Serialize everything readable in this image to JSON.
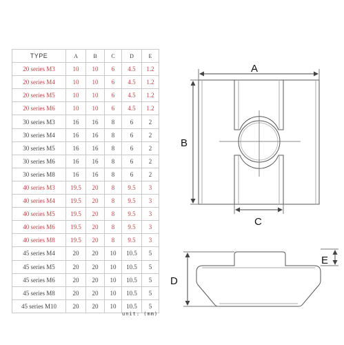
{
  "table": {
    "headers": [
      "TYPE",
      "A",
      "B",
      "C",
      "D",
      "E"
    ],
    "rows": [
      {
        "type": "20 series M3",
        "A": "10",
        "B": "10",
        "C": "6",
        "D": "4.5",
        "E": "1.2",
        "highlight": true
      },
      {
        "type": "20 series M4",
        "A": "10",
        "B": "10",
        "C": "6",
        "D": "4.5",
        "E": "1.2",
        "highlight": true
      },
      {
        "type": "20 series M5",
        "A": "10",
        "B": "10",
        "C": "6",
        "D": "4.5",
        "E": "1.2",
        "highlight": true
      },
      {
        "type": "20 series M6",
        "A": "10",
        "B": "10",
        "C": "6",
        "D": "4.5",
        "E": "1.2",
        "highlight": true
      },
      {
        "type": "30 series M3",
        "A": "16",
        "B": "16",
        "C": "8",
        "D": "6",
        "E": "2",
        "highlight": false
      },
      {
        "type": "30 series M4",
        "A": "16",
        "B": "16",
        "C": "8",
        "D": "6",
        "E": "2",
        "highlight": false
      },
      {
        "type": "30 series M5",
        "A": "16",
        "B": "16",
        "C": "8",
        "D": "6",
        "E": "2",
        "highlight": false
      },
      {
        "type": "30 series M6",
        "A": "16",
        "B": "16",
        "C": "8",
        "D": "6",
        "E": "2",
        "highlight": false
      },
      {
        "type": "30 series M8",
        "A": "16",
        "B": "16",
        "C": "8",
        "D": "6",
        "E": "2",
        "highlight": false
      },
      {
        "type": "40 series M3",
        "A": "19.5",
        "B": "20",
        "C": "8",
        "D": "9.5",
        "E": "3",
        "highlight": true
      },
      {
        "type": "40 series M4",
        "A": "19.5",
        "B": "20",
        "C": "8",
        "D": "9.5",
        "E": "3",
        "highlight": true
      },
      {
        "type": "40 series M5",
        "A": "19.5",
        "B": "20",
        "C": "8",
        "D": "9.5",
        "E": "3",
        "highlight": true
      },
      {
        "type": "40 series M6",
        "A": "19.5",
        "B": "20",
        "C": "8",
        "D": "9.5",
        "E": "3",
        "highlight": true
      },
      {
        "type": "40 series M8",
        "A": "19.5",
        "B": "20",
        "C": "8",
        "D": "9.5",
        "E": "3",
        "highlight": true
      },
      {
        "type": "45 series M4",
        "A": "20",
        "B": "20",
        "C": "10",
        "D": "10.5",
        "E": "5",
        "highlight": false
      },
      {
        "type": "45 series M5",
        "A": "20",
        "B": "20",
        "C": "10",
        "D": "10.5",
        "E": "5",
        "highlight": false
      },
      {
        "type": "45 series M6",
        "A": "20",
        "B": "20",
        "C": "10",
        "D": "10.5",
        "E": "5",
        "highlight": false
      },
      {
        "type": "45 series M8",
        "A": "20",
        "B": "20",
        "C": "10",
        "D": "10.5",
        "E": "5",
        "highlight": false
      },
      {
        "type": "45 series M10",
        "A": "20",
        "B": "20",
        "C": "10",
        "D": "10.5",
        "E": "5",
        "highlight": false
      }
    ],
    "unit_note": "unit: (mm)"
  },
  "diagram": {
    "labels": {
      "A": "A",
      "B": "B",
      "C": "C",
      "D": "D",
      "E": "E"
    }
  },
  "colors": {
    "highlight_text": "#b54545",
    "normal_text": "#444444",
    "line": "#555555"
  }
}
